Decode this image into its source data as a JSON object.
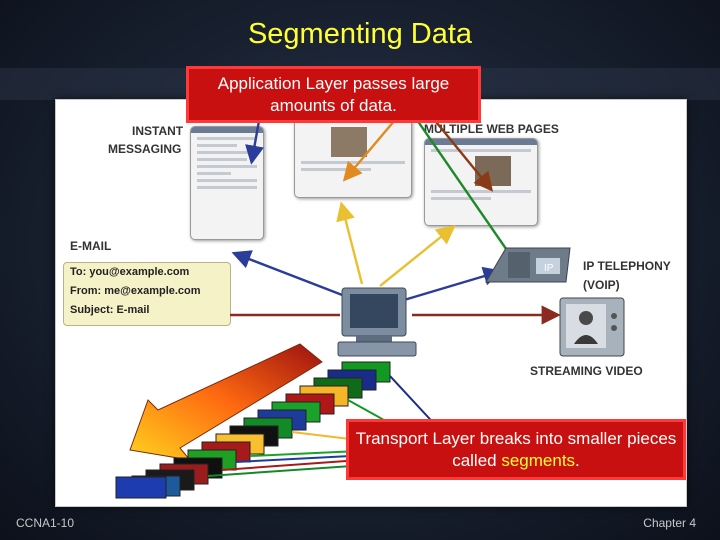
{
  "slide": {
    "title": "Segmenting Data",
    "footer_left": "CCNA1-10",
    "footer_right": "Chapter 4"
  },
  "callouts": {
    "application": "Application Layer passes large amounts of data.",
    "transport_before": "Transport Layer breaks into smaller pieces called ",
    "transport_highlight": "segments",
    "transport_after": "."
  },
  "labels": {
    "instant_messaging_1": "INSTANT",
    "instant_messaging_2": "MESSAGING",
    "web_pages": "MULTIPLE WEB PAGES",
    "email": "E-MAIL",
    "ip_telephony_1": "IP TELEPHONY",
    "ip_telephony_2": "(VOIP)",
    "streaming_video": "STREAMING VIDEO",
    "phone_tag": "IP"
  },
  "email_card": {
    "to": "To: you@example.com",
    "from": "From: me@example.com",
    "subject": "Subject: E-mail"
  },
  "colors": {
    "title": "#ffff33",
    "callout_fill": "#c91010",
    "callout_border": "#ff3838",
    "highlight": "#ffff33"
  }
}
